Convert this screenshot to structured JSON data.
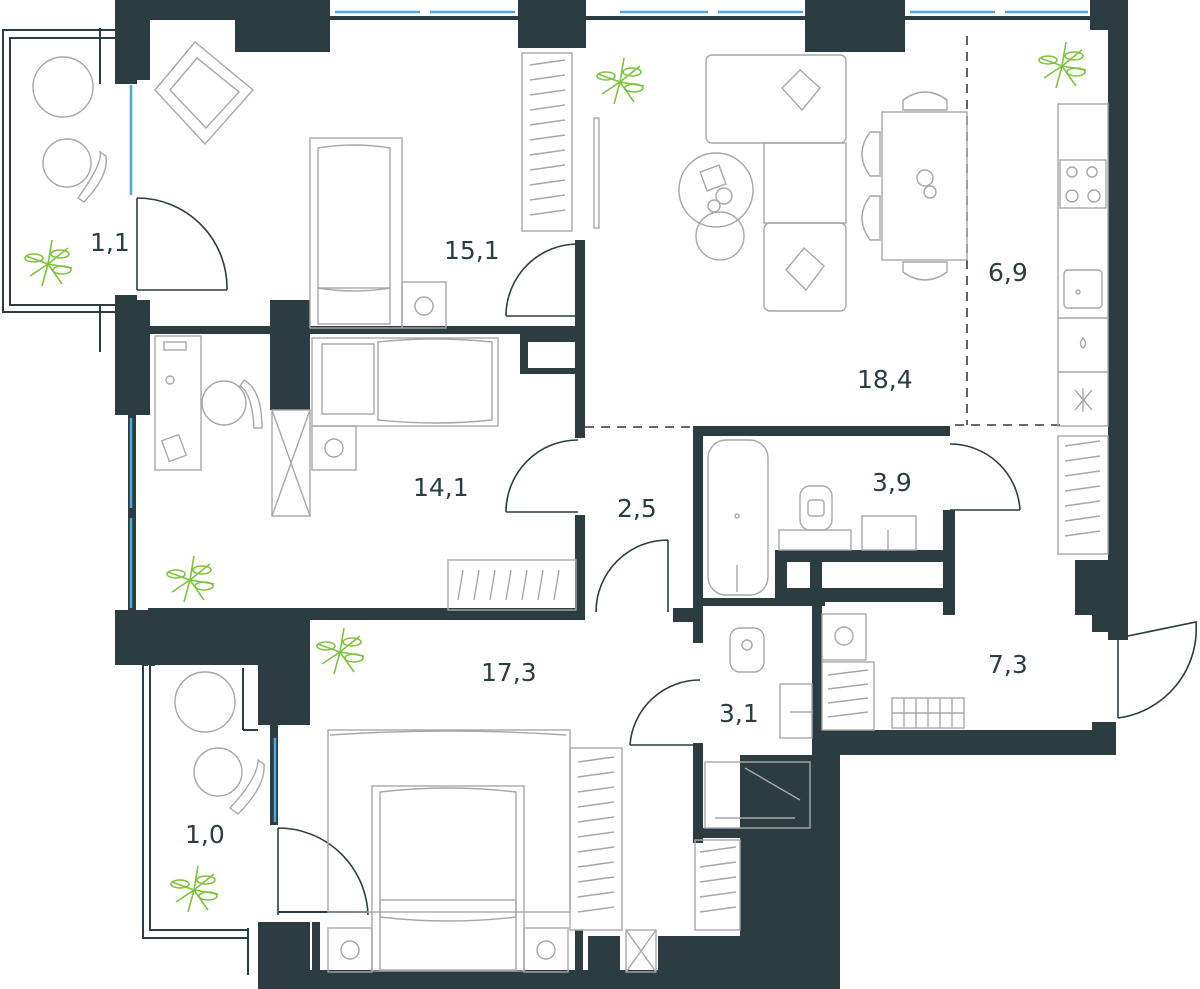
{
  "floor_plan": {
    "rooms": [
      {
        "id": "balcony-top",
        "area": "1,1"
      },
      {
        "id": "bedroom-top",
        "area": "15,1"
      },
      {
        "id": "living-room",
        "area": "18,4"
      },
      {
        "id": "kitchen",
        "area": "6,9"
      },
      {
        "id": "study-room",
        "area": "14,1"
      },
      {
        "id": "hallway",
        "area": "2,5"
      },
      {
        "id": "bathroom",
        "area": "3,9"
      },
      {
        "id": "master-bedroom",
        "area": "17,3"
      },
      {
        "id": "wc",
        "area": "3,1"
      },
      {
        "id": "entrance-hall",
        "area": "7,3"
      },
      {
        "id": "balcony-bottom",
        "area": "1,0"
      }
    ],
    "colors": {
      "wall": "#2b3d40",
      "glass": "#4fa8d8",
      "plant": "#7cc43a",
      "furniture": "#a7a7a7"
    }
  }
}
